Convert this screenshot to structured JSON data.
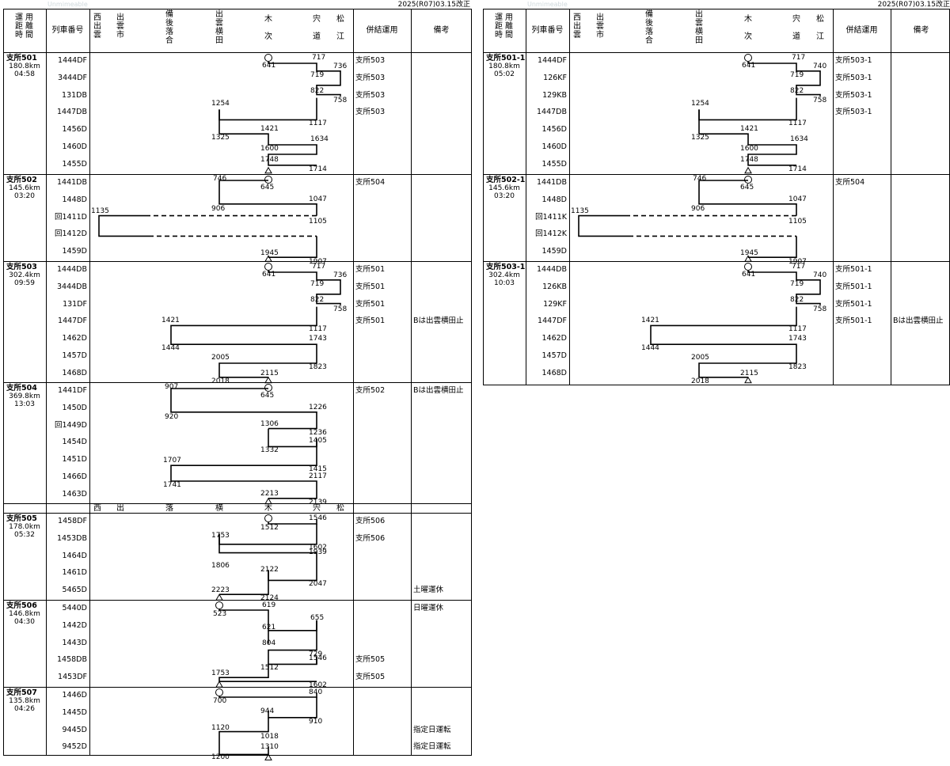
{
  "revision": "2025(R07)03.15改正",
  "watermark": "Unmimeable",
  "headers": {
    "unyou": [
      "運",
      "用",
      "距",
      "離",
      "時",
      "間"
    ],
    "train_no": "列車番号",
    "coupled": "併結運用",
    "remarks": "備考",
    "stations": [
      {
        "name": "西出雲",
        "key": "nishi_izumo"
      },
      {
        "name": "出雲市",
        "key": "izumoshi"
      },
      {
        "name": "備後落合",
        "key": "bingo_ochiai"
      },
      {
        "name": "出雲横田",
        "key": "izumo_yokota"
      },
      {
        "name": "木次",
        "key": "kisuki"
      },
      {
        "name": "宍道",
        "key": "shinji"
      },
      {
        "name": "松江",
        "key": "matsue"
      }
    ],
    "mid_stations": [
      "西",
      "出",
      "落",
      "横",
      "木",
      "宍",
      "松"
    ]
  },
  "left_blocks": [
    {
      "name": "支所501",
      "dist": "180.8km",
      "time": "04:58",
      "color": "#ccf8fb",
      "rows": [
        {
          "train": "1444DF",
          "coupled": "支所503"
        },
        {
          "train": "3444DF",
          "coupled": "支所503"
        },
        {
          "train": "131DB",
          "coupled": "支所503"
        },
        {
          "train": "1447DB",
          "coupled": "支所503"
        },
        {
          "train": "1456D",
          "coupled": ""
        },
        {
          "train": "1460D",
          "coupled": ""
        },
        {
          "train": "1455D",
          "coupled": ""
        }
      ],
      "remark": ""
    },
    {
      "name": "支所502",
      "dist": "145.6km",
      "time": "03:20",
      "color": "#ccf8fb",
      "rows": [
        {
          "train": "1441DB",
          "coupled": "支所504"
        },
        {
          "train": "1448D",
          "coupled": ""
        },
        {
          "train": "回1411D",
          "coupled": ""
        },
        {
          "train": "回1412D",
          "coupled": ""
        },
        {
          "train": "1459D",
          "coupled": ""
        }
      ],
      "remark": ""
    },
    {
      "name": "支所503",
      "dist": "302.4km",
      "time": "09:59",
      "color": "#ccf8fb",
      "rows": [
        {
          "train": "1444DB",
          "coupled": "支所501"
        },
        {
          "train": "3444DB",
          "coupled": "支所501"
        },
        {
          "train": "131DF",
          "coupled": "支所501"
        },
        {
          "train": "1447DF",
          "coupled": "支所501"
        },
        {
          "train": "1462D",
          "coupled": ""
        },
        {
          "train": "1457D",
          "coupled": ""
        },
        {
          "train": "1468D",
          "coupled": ""
        }
      ],
      "remark": "Bは出雲横田止"
    },
    {
      "name": "支所504",
      "dist": "369.8km",
      "time": "13:03",
      "color": "#ffffff",
      "rows": [
        {
          "train": "1441DF",
          "coupled": "支所502"
        },
        {
          "train": "1450D",
          "coupled": ""
        },
        {
          "train": "回1449D",
          "coupled": ""
        },
        {
          "train": "1454D",
          "coupled": ""
        },
        {
          "train": "1451D",
          "coupled": ""
        },
        {
          "train": "1466D",
          "coupled": ""
        },
        {
          "train": "1463D",
          "coupled": ""
        }
      ],
      "remark": "Bは出雲横田止"
    },
    {
      "name": "支所505",
      "dist": "178.0km",
      "time": "05:32",
      "color": "#ffffff",
      "rows": [
        {
          "train": "1458DF",
          "coupled": "支所506"
        },
        {
          "train": "1453DB",
          "coupled": "支所506"
        },
        {
          "train": "1464D",
          "coupled": ""
        },
        {
          "train": "1461D",
          "coupled": ""
        },
        {
          "train": "5465D",
          "coupled": ""
        }
      ],
      "remark": "土曜運休"
    },
    {
      "name": "支所506",
      "dist": "146.8km",
      "time": "04:30",
      "color": "#ffffff",
      "rows": [
        {
          "train": "5440D",
          "coupled": ""
        },
        {
          "train": "1442D",
          "coupled": ""
        },
        {
          "train": "1443D",
          "coupled": ""
        },
        {
          "train": "1458DB",
          "coupled": "支所505"
        },
        {
          "train": "1453DF",
          "coupled": "支所505"
        }
      ],
      "remark": "日曜運休"
    },
    {
      "name": "支所507",
      "dist": "135.8km",
      "time": "04:26",
      "color": "#ffffff",
      "rows": [
        {
          "train": "1446D",
          "coupled": ""
        },
        {
          "train": "1445D",
          "coupled": ""
        },
        {
          "train": "9445D",
          "coupled": ""
        },
        {
          "train": "9452D",
          "coupled": ""
        }
      ],
      "remark": "指定日運転",
      "remark2": "指定日運転"
    }
  ],
  "right_blocks": [
    {
      "name": "支所501-1",
      "dist": "180.8km",
      "time": "05:02",
      "color": "#ffccfb",
      "rows": [
        {
          "train": "1444DF",
          "coupled": "支所503-1"
        },
        {
          "train": "126KF",
          "coupled": "支所503-1"
        },
        {
          "train": "129KB",
          "coupled": "支所503-1"
        },
        {
          "train": "1447DB",
          "coupled": "支所503-1"
        },
        {
          "train": "1456D",
          "coupled": ""
        },
        {
          "train": "1460D",
          "coupled": ""
        },
        {
          "train": "1455D",
          "coupled": ""
        }
      ],
      "remark": ""
    },
    {
      "name": "支所502-1",
      "dist": "145.6km",
      "time": "03:20",
      "color": "#ffccfb",
      "rows": [
        {
          "train": "1441DB",
          "coupled": "支所504"
        },
        {
          "train": "1448D",
          "coupled": ""
        },
        {
          "train": "回1411K",
          "coupled": ""
        },
        {
          "train": "回1412K",
          "coupled": ""
        },
        {
          "train": "1459D",
          "coupled": ""
        }
      ],
      "remark": ""
    },
    {
      "name": "支所503-1",
      "dist": "302.4km",
      "time": "10:03",
      "color": "#ffccfb",
      "rows": [
        {
          "train": "1444DB",
          "coupled": "支所501-1"
        },
        {
          "train": "126KB",
          "coupled": "支所501-1"
        },
        {
          "train": "129KF",
          "coupled": "支所501-1"
        },
        {
          "train": "1447DF",
          "coupled": "支所501-1"
        },
        {
          "train": "1462D",
          "coupled": ""
        },
        {
          "train": "1457D",
          "coupled": ""
        },
        {
          "train": "1468D",
          "coupled": ""
        }
      ],
      "remark": "Bは出雲横田止"
    }
  ],
  "times": {
    "b501": [
      "641",
      "717",
      "736",
      "719",
      "822",
      "758",
      "1254",
      "1117",
      "1421",
      "1325",
      "1634",
      "1600",
      "1748",
      "1714"
    ],
    "b502": [
      "746",
      "645",
      "1047",
      "906",
      "1135",
      "1105",
      "1945",
      "1907"
    ],
    "b501_1": [
      "641",
      "717",
      "740",
      "719",
      "822",
      "758",
      "1254",
      "1117",
      "1421",
      "1325",
      "1634",
      "1600",
      "1748",
      "1714"
    ],
    "b503": [
      "641",
      "717",
      "736",
      "719",
      "822",
      "758",
      "1421",
      "1117",
      "1743",
      "1444",
      "2005",
      "1823",
      "2115",
      "2018"
    ],
    "b503_1": [
      "641",
      "717",
      "740",
      "719",
      "822",
      "758",
      "1421",
      "1117",
      "1743",
      "1444",
      "2005",
      "1823",
      "2115",
      "2018"
    ],
    "b504": [
      "907",
      "645",
      "1226",
      "920",
      "1306",
      "1236",
      "1405",
      "1332",
      "1707",
      "1415",
      "2117",
      "1741",
      "2213",
      "2139"
    ],
    "b505": [
      "1546",
      "1512",
      "1753",
      "1602",
      "1939",
      "1806",
      "2122",
      "2047",
      "2223",
      "2124"
    ],
    "b506": [
      "619",
      "523",
      "655",
      "621",
      "804",
      "729",
      "1546",
      "1512",
      "1753",
      "1602"
    ],
    "b507": [
      "840",
      "700",
      "944",
      "910",
      "1120",
      "1018",
      "1310",
      "1200"
    ]
  }
}
